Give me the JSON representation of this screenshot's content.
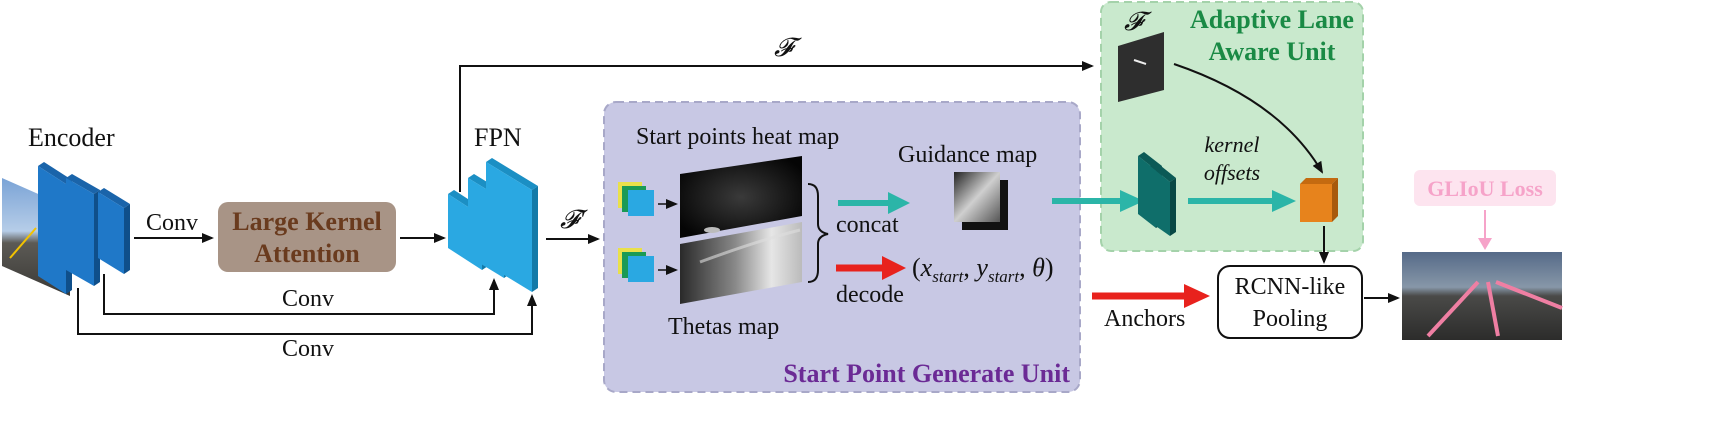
{
  "encoder": {
    "label": "Encoder"
  },
  "fpn": {
    "label": "FPN"
  },
  "lka": {
    "line1": "Large Kernel",
    "line2": "Attention"
  },
  "edges": {
    "conv_top": "Conv",
    "conv_mid": "Conv",
    "conv_bottom": "Conv",
    "f_top": "𝓕",
    "f_prime": "𝓕′"
  },
  "spgu": {
    "title": "Start Point Generate Unit",
    "heat_label": "Start points heat map",
    "theta_label": "Thetas map",
    "guidance_label": "Guidance map",
    "concat": "concat",
    "decode": "decode",
    "tuple": "(x",
    "tuple_parts": [
      "(",
      "x",
      "start",
      ", ",
      "y",
      "start",
      ", ",
      "θ",
      ")"
    ]
  },
  "alau": {
    "title_line1": "Adaptive Lane",
    "title_line2": "Aware Unit",
    "f_label": "𝓕",
    "kernel": "kernel",
    "offsets": "offsets"
  },
  "anchors": "Anchors",
  "rcnn": {
    "line1": "RCNN-like",
    "line2": "Pooling"
  },
  "loss": "GLIoU Loss",
  "colors": {
    "spgu_bg": "#c8c8e4",
    "spgu_title": "#6b2a95",
    "alau_bg": "#c9e9cd",
    "alau_title": "#1a8a45",
    "lka_bg": "#a89486",
    "lka_text": "#6a3b1e",
    "teal_arrow": "#2bb5a8",
    "red_arrow": "#e8221d",
    "loss_pink": "#f6a3c9",
    "block_blue": "#1f78c8",
    "fpn_blue": "#2aa8e2",
    "dark_teal": "#0f6e6a",
    "orange": "#e7831c"
  }
}
